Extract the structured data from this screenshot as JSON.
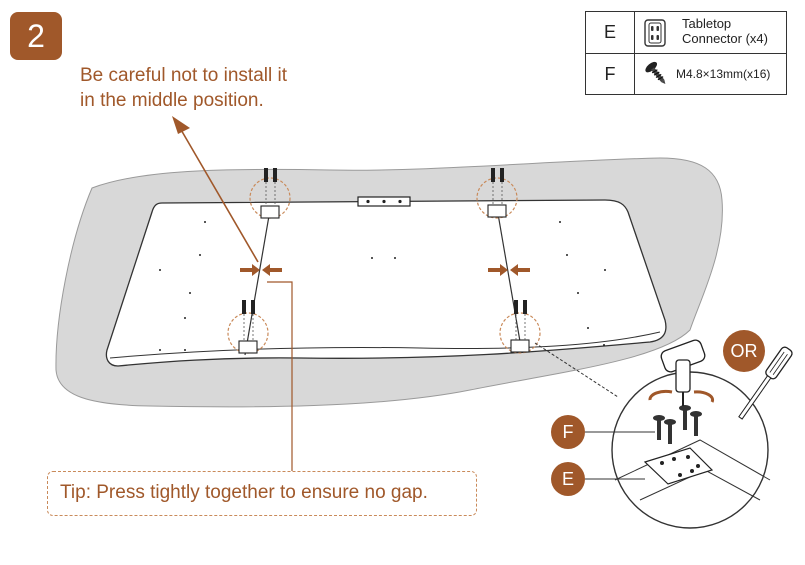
{
  "step": {
    "number": "2"
  },
  "warning": {
    "line1": "Be careful not to install it",
    "line2": "in the middle position."
  },
  "parts": [
    {
      "letter": "E",
      "name_line1": "Tabletop",
      "name_line2": "Connector (x4)",
      "icon": "tabletop-connector-icon"
    },
    {
      "letter": "F",
      "name": "M4.8×13mm(x16)",
      "icon": "screw-icon"
    }
  ],
  "tip": {
    "text": "Tip: Press tightly together to ensure no gap."
  },
  "callouts": {
    "f": "F",
    "e": "E",
    "or": "OR"
  },
  "colors": {
    "accent": "#a0582a",
    "tip_border": "#c98a5a",
    "cloth": "#d8d8d8",
    "line": "#333333"
  }
}
